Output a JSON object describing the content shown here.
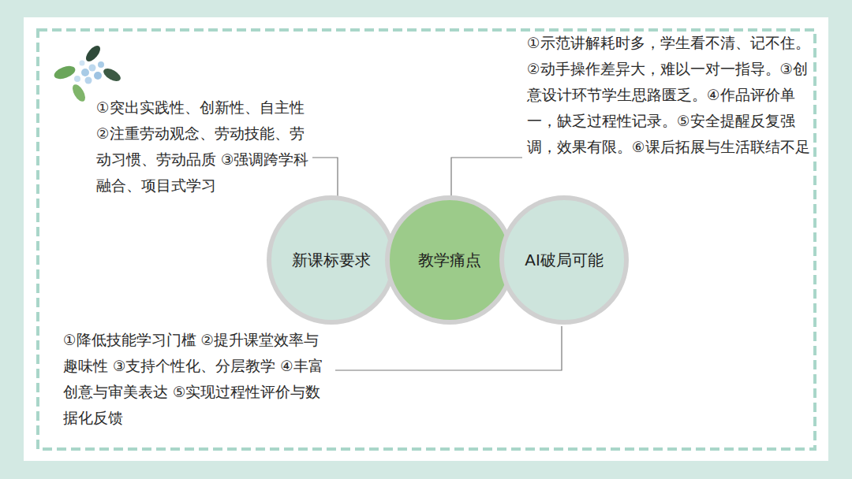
{
  "diagram": {
    "nodes": [
      {
        "text": [
          "新课标要求"
        ]
      },
      {
        "text": [
          "教学痛点"
        ]
      },
      {
        "text": [
          "AI破局可能"
        ]
      }
    ],
    "labels": [
      "①突出实践性、创新性、自主性 ②注重劳动观念、劳动技能、劳动习惯、劳动品质 ③强调跨学科融合、项目式学习",
      "①示范讲解耗时多，学生看不清、记不住。②动手操作差异大，难以一对一指导。③创意设计环节学生思路匮乏。④作品评价单一，缺乏过程性记录。⑤安全提醒反复强调，效果有限。⑥课后拓展与生活联结不足",
      "①降低技能学习门槛 ②提升课堂效率与趣味性 ③支持个性化、分层教学 ④丰富创意与审美表达 ⑤实现过程性评价与数据化反馈"
    ]
  }
}
